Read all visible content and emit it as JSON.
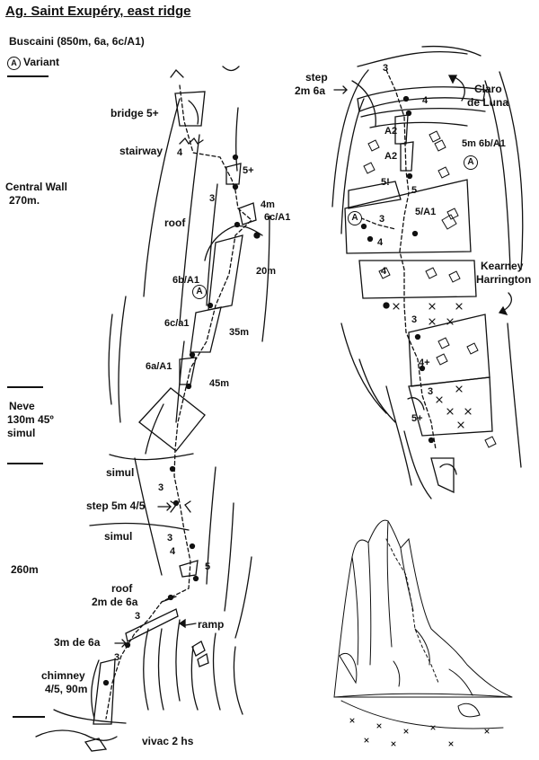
{
  "title": "Ag. Saint Exupéry, east ridge",
  "subtitle": "Buscaini (850m, 6a, 6c/A1)",
  "legend": {
    "marker": "A",
    "label": "Variant"
  },
  "left": {
    "bridge": "bridge 5+",
    "stairway": "stairway",
    "stairway_grade": "4",
    "grade_5plus": "5+",
    "grade_3": "3",
    "central_wall": "Central Wall",
    "central_wall_len": "270m.",
    "pitch_4m": "4m",
    "pitch_4m_grade": "6c/A1",
    "roof": "roof",
    "len_20m": "20m",
    "grade_6b_a1": "6b/A1",
    "variant_marker": "A",
    "grade_6c_a1": "6c/a1",
    "len_35m": "35m",
    "grade_6a_a1": "6a/A1",
    "len_45m": "45m",
    "neve": "Neve",
    "neve_detail": "130m 45º",
    "neve_simul": "simul",
    "simul_1": "simul",
    "grade_3b": "3",
    "step": "step 5m 4/5",
    "simul_2": "simul",
    "grade_3c": "3",
    "grade_4": "4",
    "grade_5": "5",
    "len_260m": "260m",
    "roof_2": "roof",
    "roof_2_detail": "2m de 6a",
    "grade_3d": "3",
    "ramp": "ramp",
    "pitch_3m": "3m de 6a",
    "grade_3e": "3",
    "chimney": "chimney",
    "chimney_detail": "4/5, 90m",
    "vivac": "vivac 2 hs"
  },
  "right": {
    "step": "step",
    "step_detail": "2m 6a",
    "grade_3": "3",
    "grade_4": "4",
    "claro": "Claro",
    "de_luna": "de Luna",
    "a2_1": "A2",
    "a2_2": "A2",
    "pitch_5m": "5m 6b/A1",
    "variant_marker_1": "A",
    "grade_5excl": "5!",
    "grade_5": "5",
    "grade_3b": "3",
    "variant_marker_2": "A",
    "grade_5_a1": "5/A1",
    "grade_4b": "4",
    "grade_4c": "4",
    "kearney": "Kearney",
    "harrington": "Harrington",
    "grade_3c": "3",
    "grade_4plus": "4+",
    "grade_3d": "3",
    "grade_5plus": "5+"
  }
}
